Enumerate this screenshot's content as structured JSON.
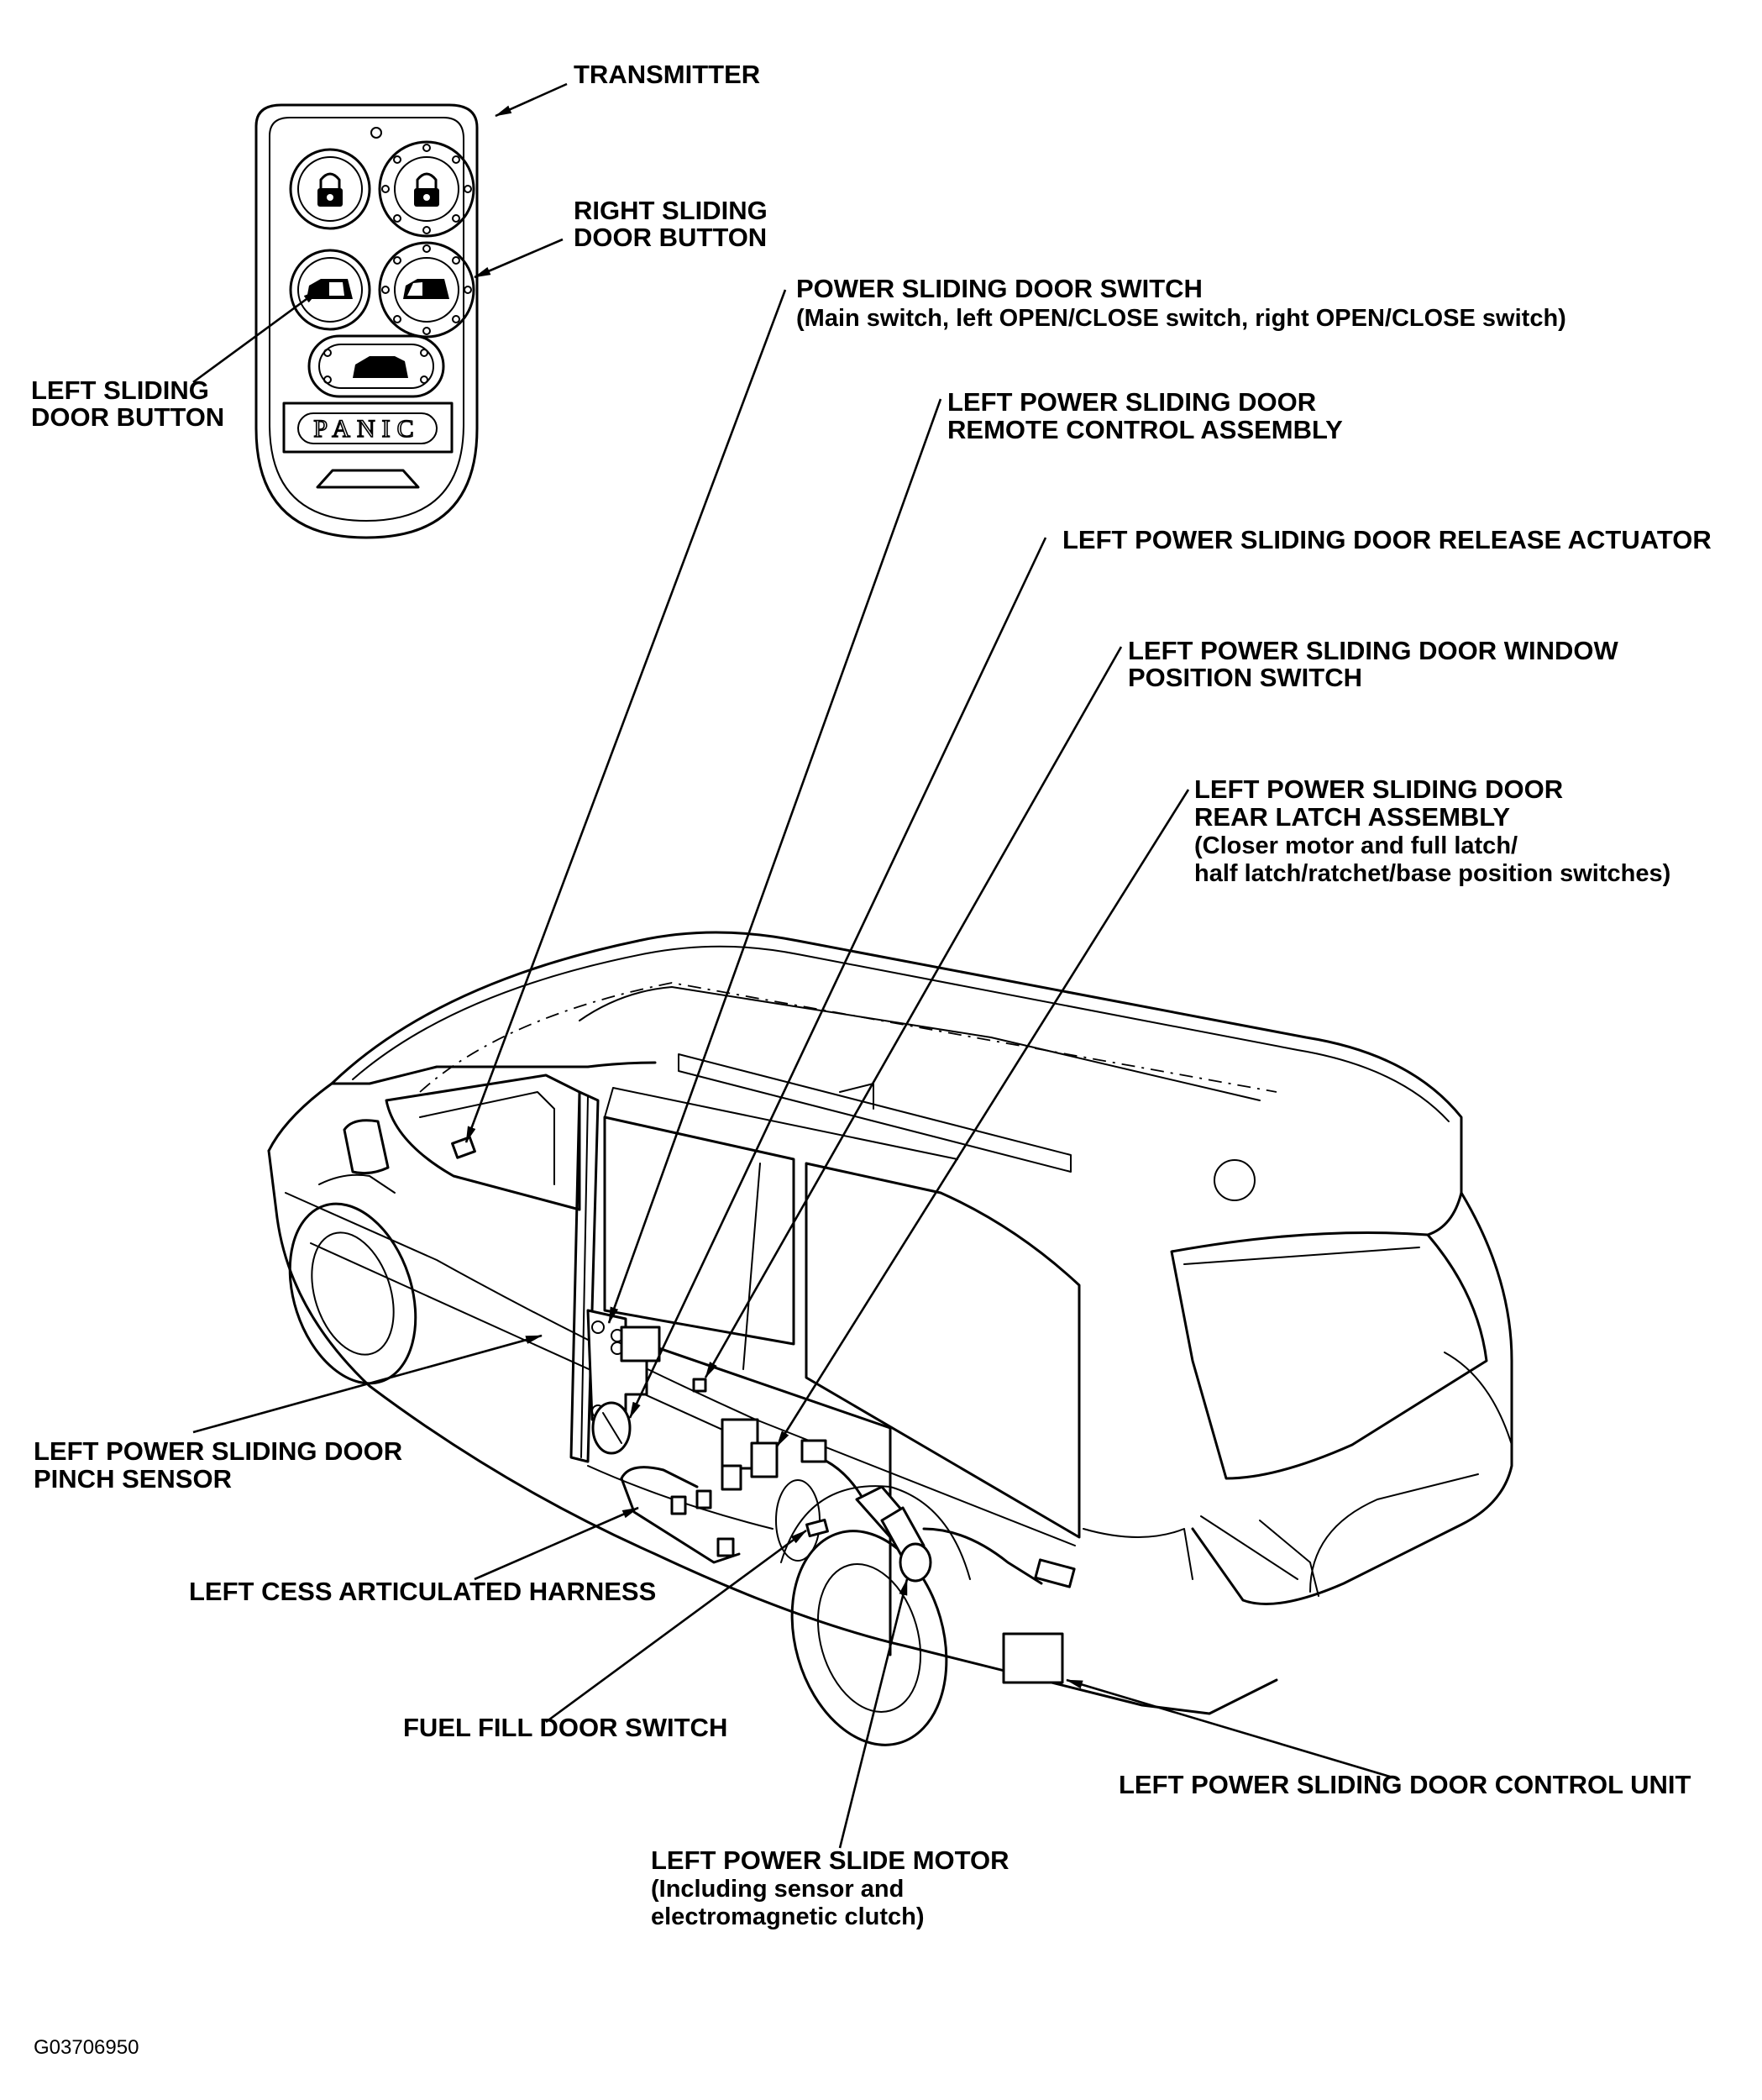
{
  "labels": {
    "transmitter": "TRANSMITTER",
    "right_button": [
      "RIGHT SLIDING",
      "DOOR BUTTON"
    ],
    "left_button": [
      "LEFT SLIDING",
      "DOOR BUTTON"
    ],
    "door_switch": [
      "POWER SLIDING DOOR SWITCH",
      "(Main switch, left OPEN/CLOSE switch, right OPEN/CLOSE switch)"
    ],
    "remote_control": [
      "LEFT POWER SLIDING DOOR",
      "REMOTE CONTROL ASSEMBLY"
    ],
    "release_actuator": "LEFT POWER SLIDING DOOR RELEASE ACTUATOR",
    "window_switch": [
      "LEFT POWER SLIDING DOOR WINDOW",
      "POSITION SWITCH"
    ],
    "rear_latch": [
      "LEFT POWER SLIDING DOOR",
      "REAR LATCH ASSEMBLY",
      "(Closer motor and full latch/",
      "half latch/ratchet/base position switches)"
    ],
    "pinch_sensor": [
      "LEFT POWER SLIDING DOOR",
      "PINCH SENSOR"
    ],
    "harness": "LEFT CESS ARTICULATED HARNESS",
    "fuel_switch": "FUEL FILL DOOR SWITCH",
    "slide_motor": [
      "LEFT POWER SLIDE MOTOR",
      "(Including sensor and",
      "electromagnetic clutch)"
    ],
    "control_unit": "LEFT POWER SLIDING DOOR CONTROL UNIT",
    "panic": "PANIC",
    "figure_code": "G03706950"
  },
  "icons": [
    "lock-icon",
    "unlock-icon",
    "left-door-icon",
    "right-door-icon",
    "rear-hatch-icon",
    "arrowhead-icon"
  ]
}
